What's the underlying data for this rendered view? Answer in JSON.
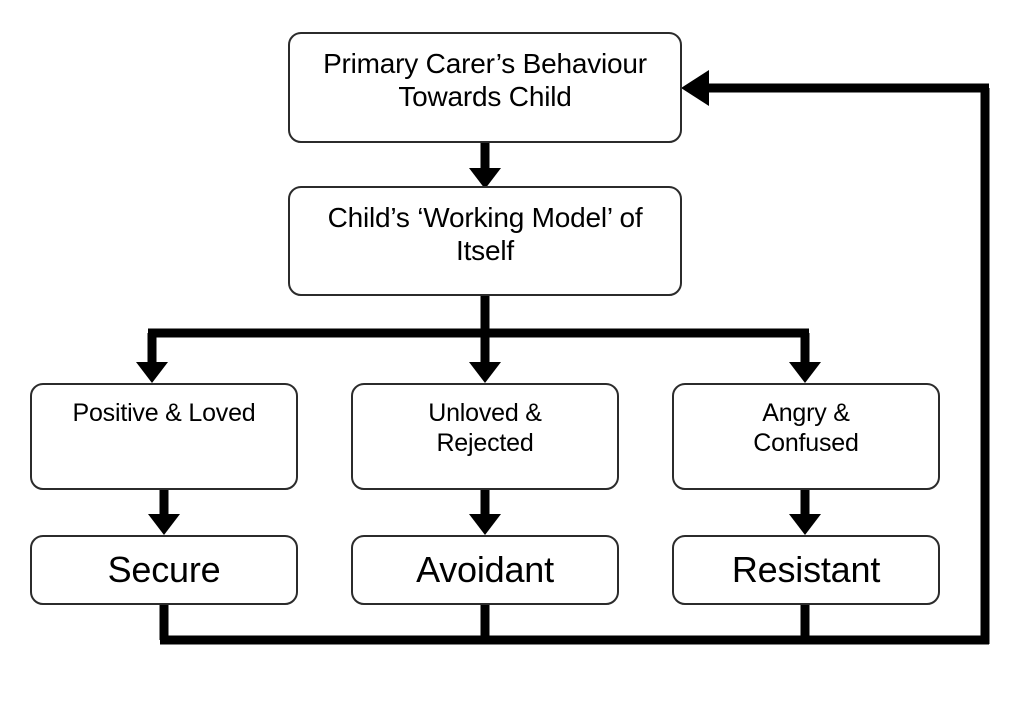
{
  "diagram": {
    "title": "Attachment theory flow diagram",
    "background_color": "#ffffff",
    "box_border_color": "#2b2b2b",
    "connector_color": "#000000",
    "nodes": {
      "carer_behaviour": "Primary Carer’s Behaviour\nTowards Child",
      "working_model": "Child’s ‘Working Model’ of\nItself",
      "model_positive": "Positive & Loved",
      "model_unloved": "Unloved &\nRejected",
      "model_angry": "Angry &\nConfused",
      "style_secure": "Secure",
      "style_avoidant": "Avoidant",
      "style_resistant": "Resistant"
    },
    "connectors": [
      {
        "name": "carer-to-working-model",
        "from": "carer_behaviour",
        "to": "working_model",
        "kind": "arrow-down"
      },
      {
        "name": "working-model-split",
        "from": "working_model",
        "to": "model_positive, model_unloved, model_angry",
        "kind": "split-three-arrows-down"
      },
      {
        "name": "positive-to-secure",
        "from": "model_positive",
        "to": "style_secure",
        "kind": "arrow-down"
      },
      {
        "name": "unloved-to-avoidant",
        "from": "model_unloved",
        "to": "style_avoidant",
        "kind": "arrow-down"
      },
      {
        "name": "angry-to-resistant",
        "from": "model_angry",
        "to": "style_resistant",
        "kind": "arrow-down"
      },
      {
        "name": "feedback-loop",
        "from": "style_secure, style_avoidant, style_resistant",
        "to": "carer_behaviour",
        "kind": "merge-then-arrow-left-into-right-edge"
      }
    ]
  }
}
